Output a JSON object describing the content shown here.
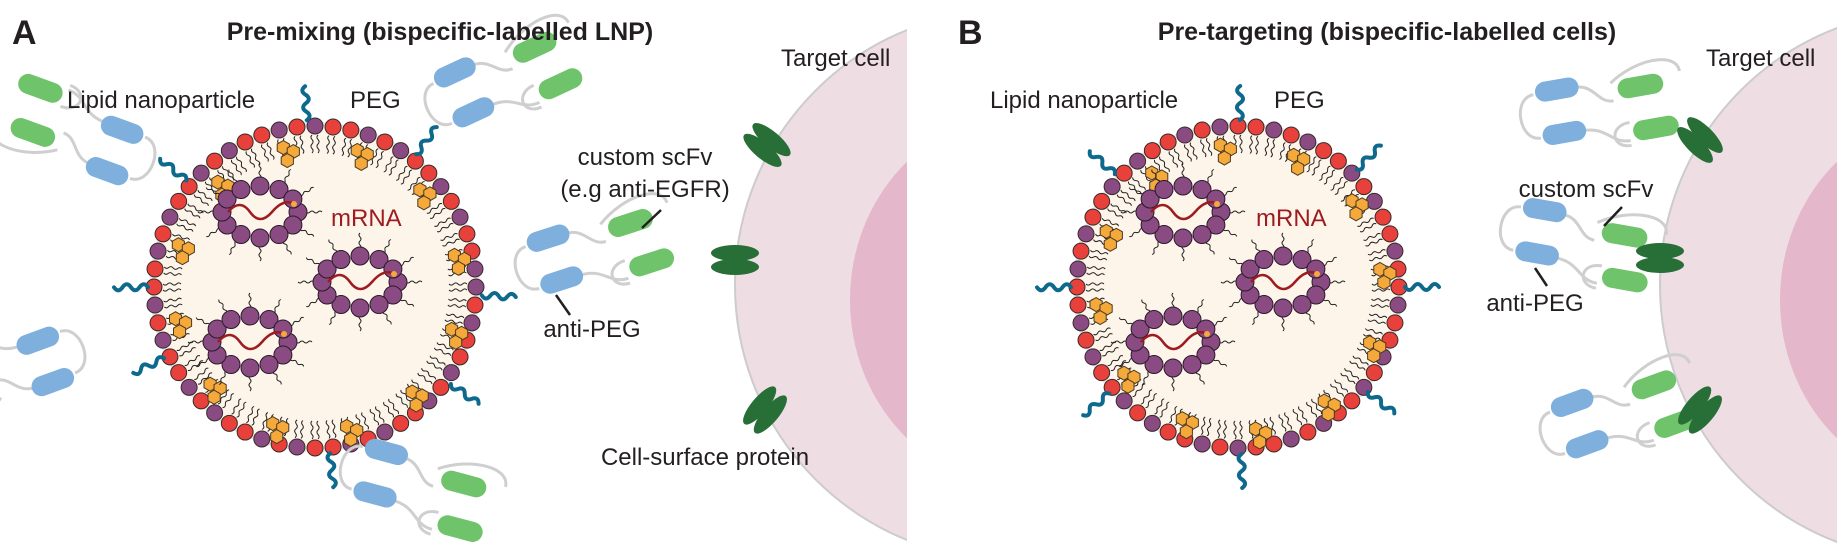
{
  "colors": {
    "lnp_fill": "#fdf5ea",
    "lnp_edge": "#e6e6e6",
    "lipid_red": "#e8403a",
    "lipid_purple": "#8a4a82",
    "cholesterol_orange": "#f5a93b",
    "peg_blue": "#0e6a8c",
    "mrna_red": "#9e1b20",
    "scfv_blue": "#7fb0dd",
    "scfv_green": "#6fc36a",
    "linker_gray": "#cfcfcf",
    "receptor_green": "#276e37",
    "cell_fill": "#eedde2",
    "nucleus_fill": "#e4b7cb",
    "cell_edge": "#cccccc"
  },
  "panels": [
    {
      "letter": "A",
      "title": "Pre-mixing (bispecific-labelled LNP)",
      "labels": {
        "lnp": "Lipid nanoparticle",
        "peg": "PEG",
        "mrna": "mRNA",
        "target_cell": "Target cell",
        "custom_scfv": "custom scFv",
        "custom_scfv_example": "(e.g anti-EGFR)",
        "anti_peg": "anti-PEG",
        "cell_surface_protein": "Cell-surface protein"
      }
    },
    {
      "letter": "B",
      "title": "Pre-targeting (bispecific-labelled cells)",
      "labels": {
        "lnp": "Lipid nanoparticle",
        "peg": "PEG",
        "mrna": "mRNA",
        "target_cell": "Target cell",
        "custom_scfv": "custom scFv",
        "anti_peg": "anti-PEG"
      }
    }
  ]
}
